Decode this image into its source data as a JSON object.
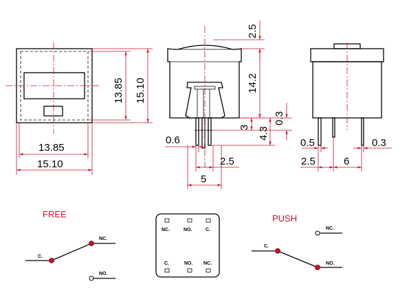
{
  "dimensions": {
    "front_inner_width": "13.85",
    "front_outer_width": "15.10",
    "front_inner_height": "13.85",
    "front_outer_height": "15.10",
    "side_cap_height": "2.5",
    "side_body_height": "14.2",
    "side_pin_length": "4.3",
    "side_pin_step": "3",
    "side_pin_thickness": "0.3",
    "side_pin_offset": "0.6",
    "side_pin_span_small": "2.5",
    "side_pin_span": "5",
    "end_pin_width_left": "0.5",
    "end_pin_width_right": "0.3",
    "end_pin_offset": "2.5",
    "end_pin_pitch": "6"
  },
  "schematics": {
    "free_label": "FREE",
    "push_label": "PUSH",
    "common": "C.",
    "normally_closed": "NC.",
    "normally_open": "NO."
  },
  "pinout": {
    "top_row": [
      "NC.",
      "NO.",
      "C."
    ],
    "bottom_row": [
      "C.",
      "NO.",
      "NC."
    ]
  },
  "colors": {
    "dimension_lines": "#c8102e",
    "outline": "#000000",
    "contact_dot": "#c8102e"
  }
}
